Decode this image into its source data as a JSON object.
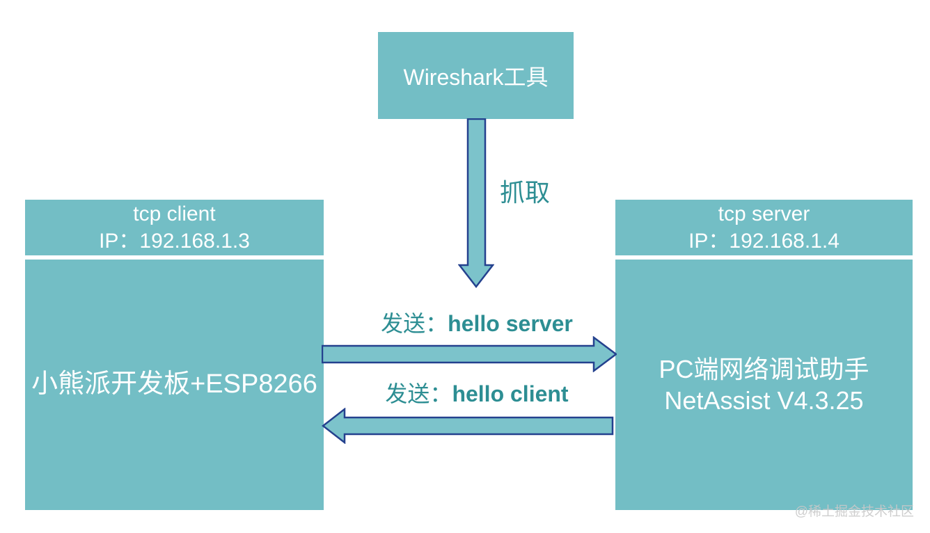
{
  "diagram": {
    "wireshark": {
      "label": "Wireshark工具"
    },
    "capture": {
      "label": "抓取"
    },
    "client": {
      "title": "tcp client",
      "ip": "IP：192.168.1.3",
      "body": "小熊派开发板+ESP8266"
    },
    "server": {
      "title": "tcp server",
      "ip": "IP：192.168.1.4",
      "body_line1": "PC端网络调试助手",
      "body_line2": "NetAssist V4.3.25"
    },
    "msg_to_server": {
      "prefix": "发送：",
      "text": "hello server"
    },
    "msg_to_client": {
      "prefix": "发送：",
      "text": "hello client"
    }
  },
  "watermark": "@稀土掘金技术社区",
  "colors": {
    "box_fill": "#73bec5",
    "arrow_fill": "#7cc3cb",
    "arrow_border": "#24418e",
    "teal_text": "#2d8e93",
    "box_text": "#ffffff",
    "watermark_text": "#c9c9c9"
  }
}
